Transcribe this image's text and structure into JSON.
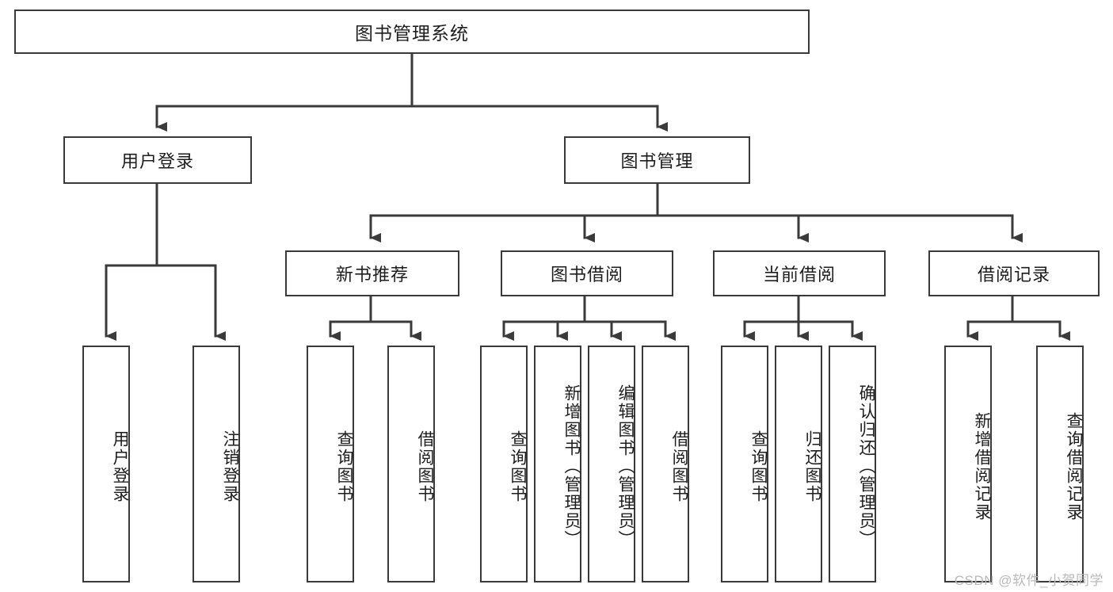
{
  "diagram": {
    "type": "tree-hierarchy-flowchart",
    "root": {
      "label": "图书管理系统"
    },
    "level1": [
      {
        "label": "用户登录"
      },
      {
        "label": "图书管理"
      }
    ],
    "level2": [
      {
        "label": "新书推荐",
        "parent": "图书管理"
      },
      {
        "label": "图书借阅",
        "parent": "图书管理"
      },
      {
        "label": "当前借阅",
        "parent": "图书管理"
      },
      {
        "label": "借阅记录",
        "parent": "图书管理"
      }
    ],
    "leaves": [
      {
        "label": "用户登录",
        "parent": "用户登录"
      },
      {
        "label": "注销登录",
        "parent": "用户登录"
      },
      {
        "label": "查询图书",
        "parent": "新书推荐"
      },
      {
        "label": "借阅图书",
        "parent": "新书推荐"
      },
      {
        "label": "查询图书",
        "parent": "图书借阅"
      },
      {
        "label": "新增图书（管理员）",
        "parent": "图书借阅"
      },
      {
        "label": "编辑图书（管理员）",
        "parent": "图书借阅"
      },
      {
        "label": "借阅图书",
        "parent": "图书借阅"
      },
      {
        "label": "查询图书",
        "parent": "当前借阅"
      },
      {
        "label": "归还图书",
        "parent": "当前借阅"
      },
      {
        "label": "确认归还（管理员）",
        "parent": "当前借阅"
      },
      {
        "label": "新增借阅记录",
        "parent": "借阅记录"
      },
      {
        "label": "查询借阅记录",
        "parent": "借阅记录"
      }
    ],
    "watermark": "CSDN @软件_小贺同学",
    "colors": {
      "box_border": "#3a3a3a",
      "box_fill": "#ffffff",
      "connector": "#3a3a3a",
      "text": "#1d1d1d",
      "watermark": "#b9b9b9",
      "background": "#ffffff"
    }
  }
}
